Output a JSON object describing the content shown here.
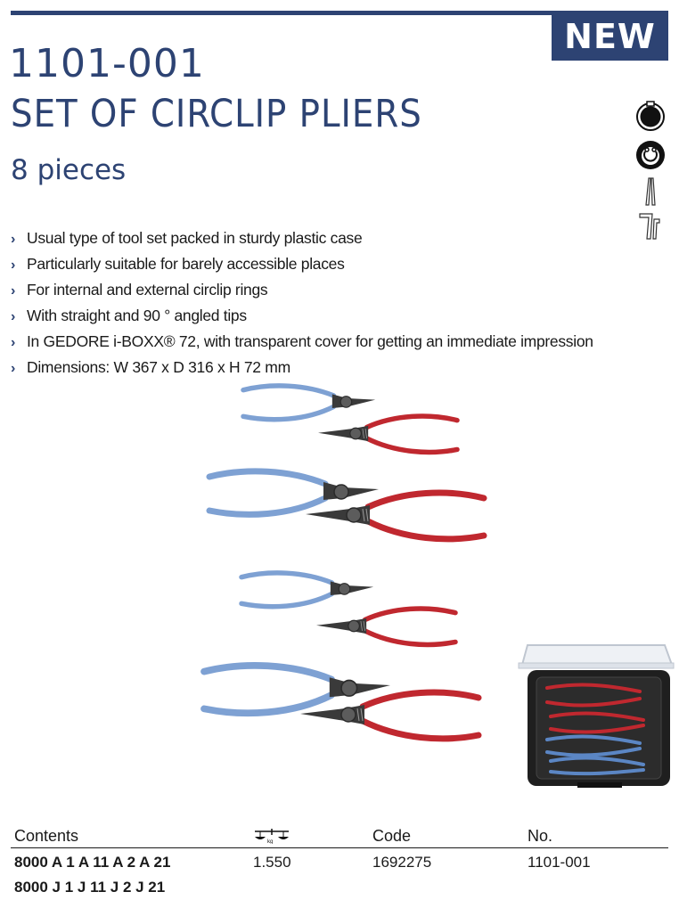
{
  "badge": "NEW",
  "article_number": "1101-001",
  "title": "SET OF CIRCLIP PLIERS",
  "subtitle": "8 pieces",
  "feature_icons": [
    "external-circlip-icon",
    "internal-circlip-icon",
    "straight-tips-icon",
    "angled-tips-icon"
  ],
  "bullets": [
    "Usual type of tool set packed in sturdy plastic case",
    "Particularly suitable for barely accessible places",
    "For internal and external circlip rings",
    "With straight and 90 ° angled tips",
    "In GEDORE i-BOXX® 72, with transparent cover for getting an immediate impression",
    "Dimensions: W 367 x D 316 x H 72 mm"
  ],
  "bullet_marker": "›",
  "table": {
    "headers": {
      "contents": "Contents",
      "weight_icon": "scale-weight-icon",
      "code": "Code",
      "no": "No."
    },
    "contents_lines": [
      "8000 A 1  A 11  A 2  A 21",
      "8000 J 1  J 11  J 2  J 21"
    ],
    "weight": "1.550",
    "code": "1692275",
    "no": "1101-001"
  },
  "colors": {
    "brand_blue": "#2d4373",
    "handle_blue": "#7ea1d3",
    "handle_red": "#c0282f",
    "metal": "#3a3a3a"
  }
}
